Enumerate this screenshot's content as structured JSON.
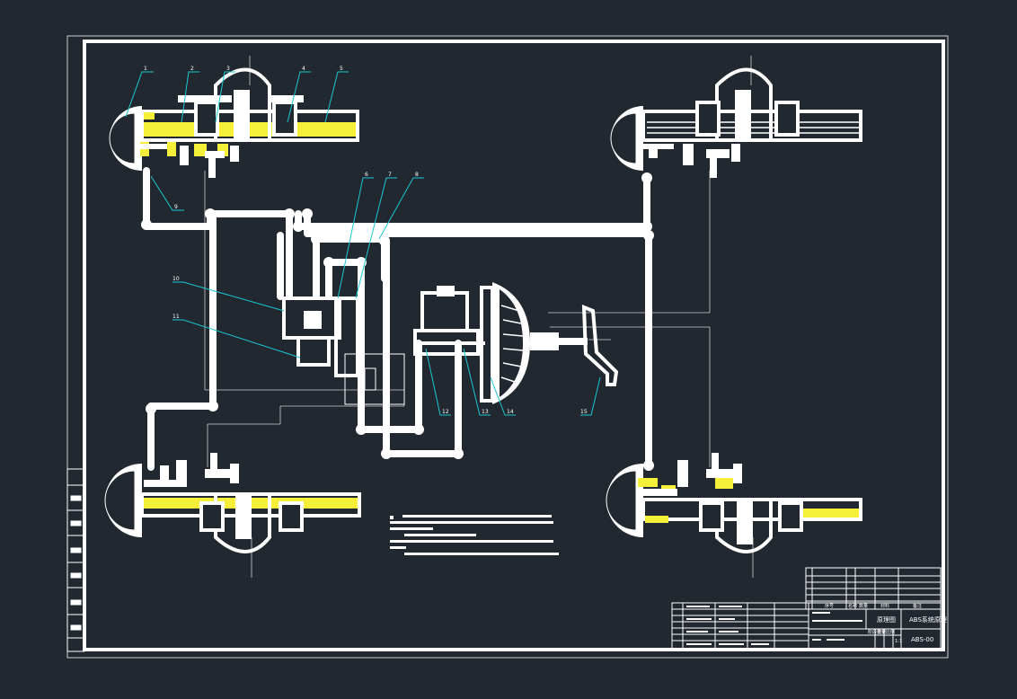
{
  "colors": {
    "background": "#212830",
    "line": "#ffffff",
    "highlight": "#f4f03a",
    "leader": "#19c8d2",
    "centerline": "#cfcfcf"
  },
  "callouts": {
    "c1": "1",
    "c2": "2",
    "c3": "3",
    "c4": "4",
    "c5": "5",
    "c6": "6",
    "c7": "7",
    "c8": "8",
    "c9": "9",
    "c10": "10",
    "c11": "11",
    "c12": "12",
    "c13": "13",
    "c14": "14",
    "c15": "15"
  },
  "title_block": {
    "title": "原理图",
    "drawing_no": "ABS-00",
    "project": "ABS系统原理",
    "legend_heading": [
      "序号",
      "名称",
      "数量",
      "材料",
      "备注"
    ],
    "scale_row": [
      "阶段标记",
      "重量",
      "比例",
      "1:1"
    ]
  },
  "icons": {
    "diagram": "abs-brake-schematic-diagram"
  }
}
